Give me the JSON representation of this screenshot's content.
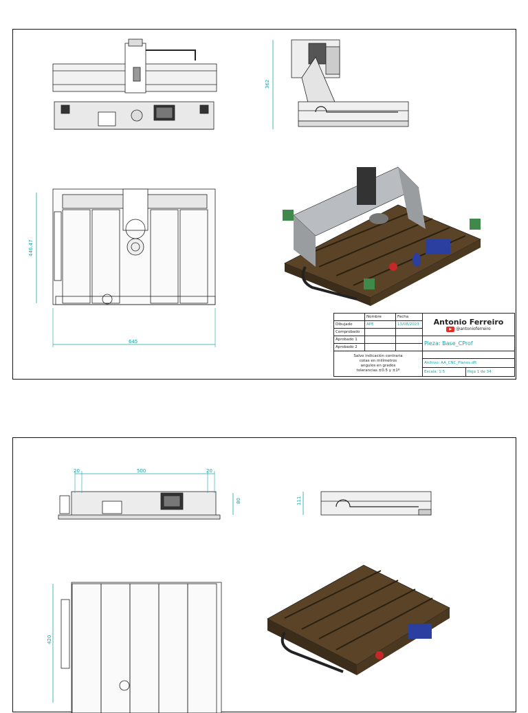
{
  "sheet1": {
    "dimensions": {
      "height_side": "362",
      "height_front": "446.47",
      "width_front": "645"
    },
    "title_block": {
      "col_name": "Nombre",
      "col_date": "Fecha",
      "rows": [
        {
          "label": "Dibujado",
          "name": "APE",
          "date": "13/08/2023"
        },
        {
          "label": "Comprobado",
          "name": "",
          "date": ""
        },
        {
          "label": "Aprobado 1",
          "name": "",
          "date": ""
        },
        {
          "label": "Aprobado 2",
          "name": "",
          "date": ""
        }
      ],
      "note_lines": [
        "Salvo indicación contraria",
        "cotas en milímetros",
        "angulos en grados",
        "tolerancias ±0.5 y ±1º"
      ],
      "author": "Antonio Ferreiro",
      "channel": "@antonioferreiro",
      "part": "Pieza: Base_CProf",
      "file": "Archivo: AA_CNC_Planos.dft",
      "scale": "Escala: 1:5",
      "sheet": "Hoja 1 de 34"
    }
  },
  "sheet2": {
    "dimensions": {
      "left_offset": "20",
      "span": "500",
      "right_offset": "20",
      "height": "80",
      "side_height": "111",
      "depth": "420"
    }
  },
  "colors": {
    "dimension": "#1aa3a3",
    "wood": "#5a4327",
    "aluminum": "#b9bcc0",
    "green_block": "#3f8a4a"
  }
}
